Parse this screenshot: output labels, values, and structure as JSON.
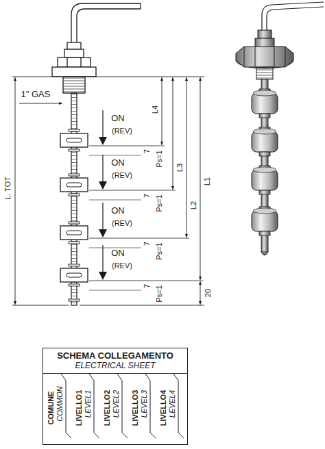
{
  "diagram": {
    "nodes": [
      {
        "text": [
          "SCHEMA COLLEGAMENTO",
          "ELECTRICAL SHEET"
        ]
      }
    ],
    "labels": [
      "1\" GAS",
      "ON",
      "(REV)",
      "L4",
      "7",
      "Ps=1",
      "ON",
      "(REV)",
      "L3",
      "7",
      "Ps=1",
      "ON",
      "(REV)",
      "L2",
      "7",
      "Ps=1",
      "ON",
      "(REV)",
      "L1",
      "7",
      "Ps=1",
      "L. TOT",
      "20",
      "COMUNE",
      "COMMON",
      "LIVELLO1",
      "LEVEL1",
      "LIVELLO2",
      "LEVEL2",
      "LIVELLO3",
      "LEVEL3",
      "LIVELLO4",
      "LEVEL4"
    ]
  }
}
